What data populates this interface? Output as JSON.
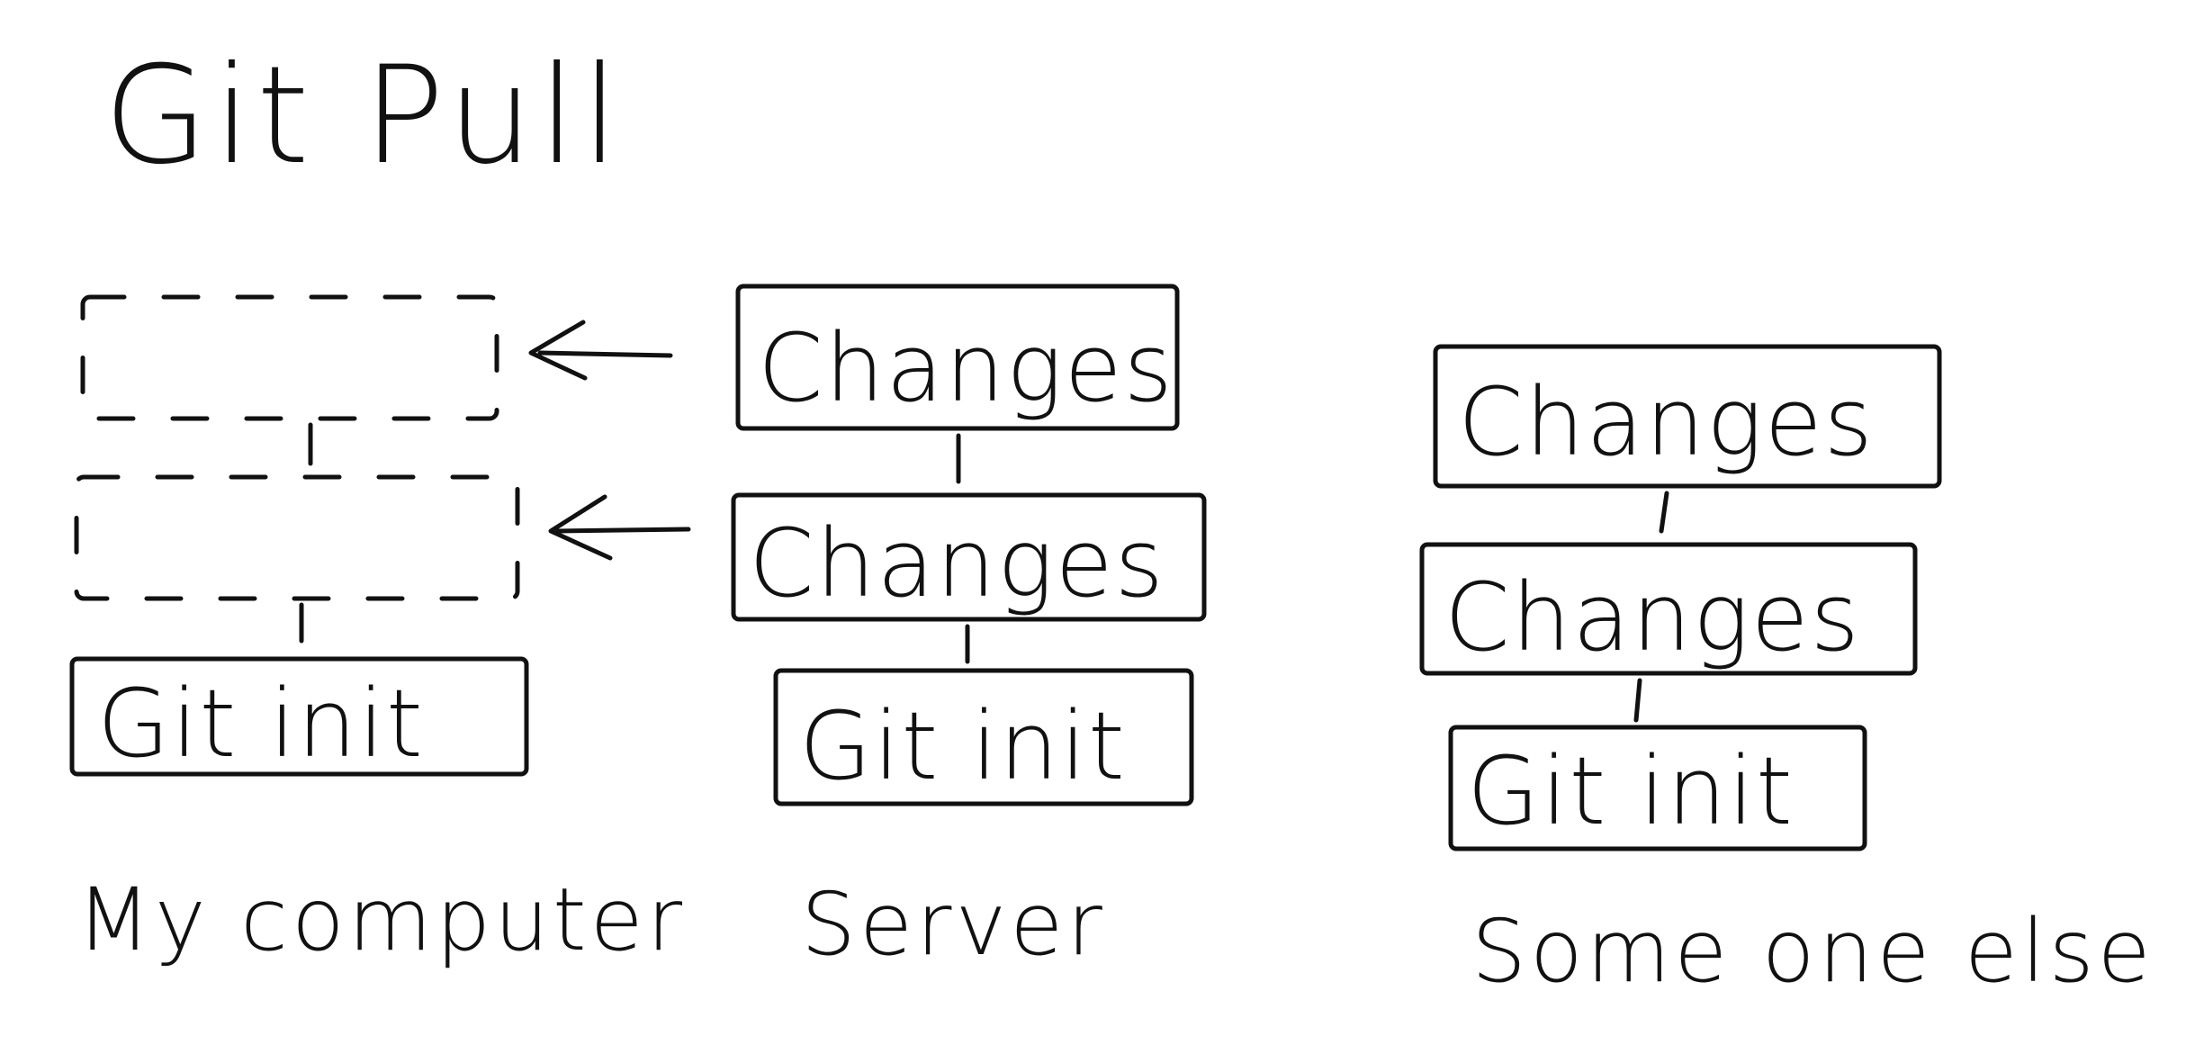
{
  "title": "Git Pull",
  "columns": [
    {
      "label": "My computer",
      "pending_commits": 2,
      "base_commit": "Git init"
    },
    {
      "label": "Server",
      "commits": [
        "Changes",
        "Changes"
      ],
      "base_commit": "Git init"
    },
    {
      "label": "Some one else",
      "commits": [
        "Changes",
        "Changes"
      ],
      "base_commit": "Git init"
    }
  ],
  "colors": {
    "ink": "#111111",
    "background": "#ffffff"
  }
}
